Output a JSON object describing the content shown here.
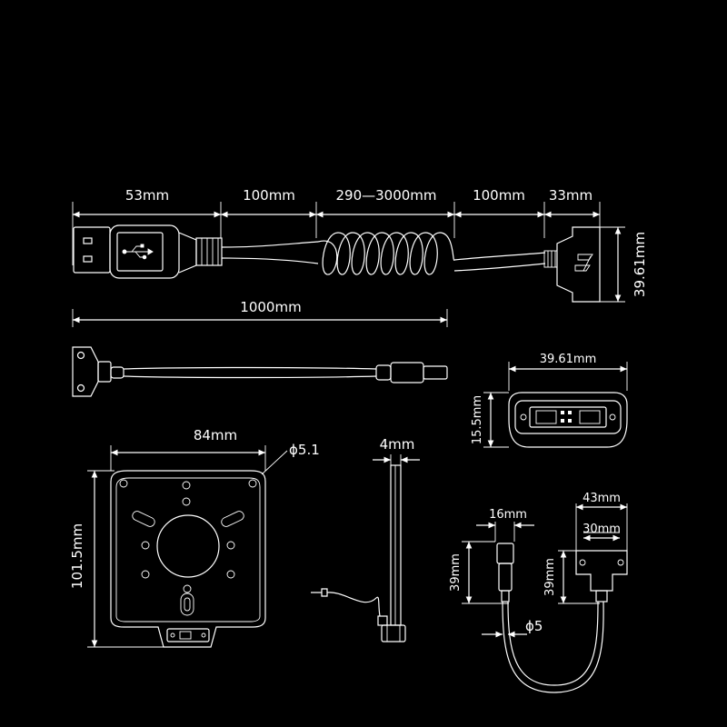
{
  "cable_top": {
    "dims": {
      "usb_len": "53mm",
      "straight_1": "100mm",
      "coil": "290—3000mm",
      "straight_2": "100mm",
      "connector": "33mm",
      "connector_height": "39.61mm"
    }
  },
  "cable_mid": {
    "total_length": "1000mm"
  },
  "connector_face": {
    "width": "39.61mm",
    "height": "15.5mm"
  },
  "bracket": {
    "width": "84mm",
    "hole_diameter": "ϕ5.1",
    "height": "101.5mm"
  },
  "side_view": {
    "thickness": "4mm"
  },
  "extension": {
    "plug_width": "16mm",
    "plug_height": "39mm",
    "socket_width_outer": "43mm",
    "socket_width_inner": "30mm",
    "socket_height": "39mm",
    "cable_diameter": "ϕ5"
  },
  "icons": [
    "usb-icon",
    "brand-logo-icon"
  ]
}
